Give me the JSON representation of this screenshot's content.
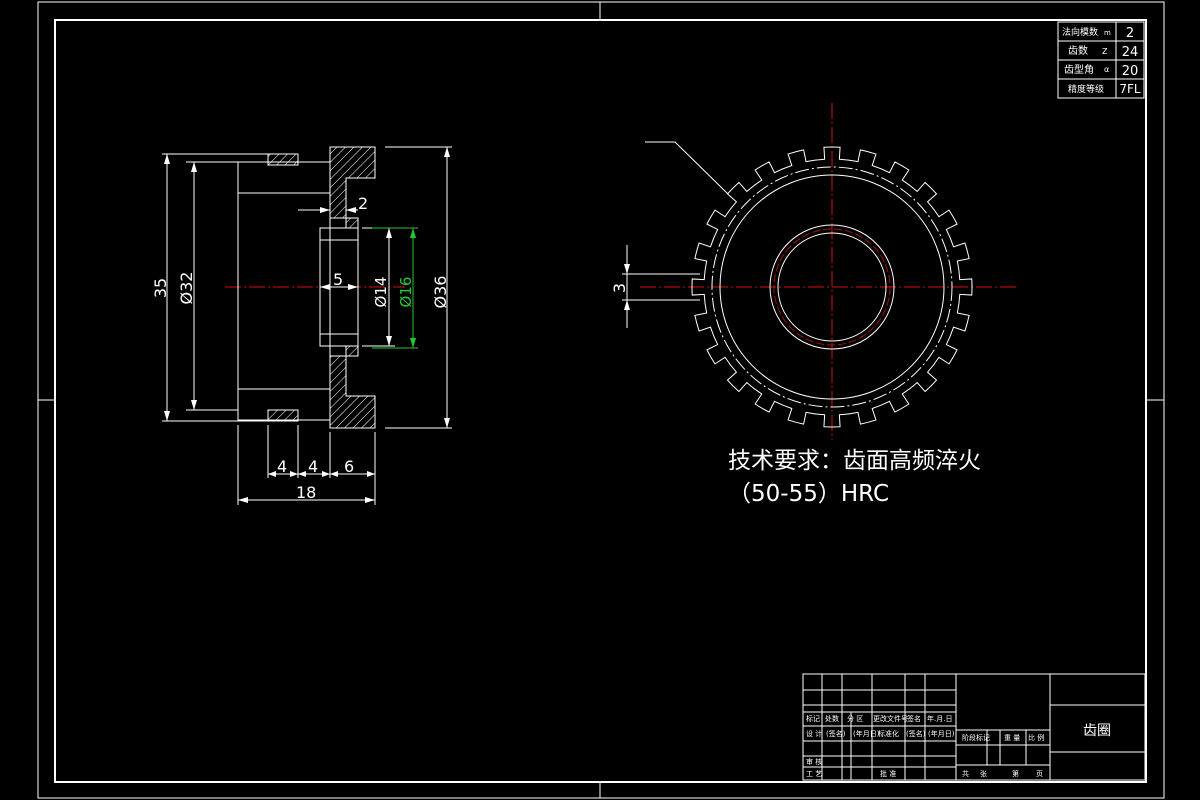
{
  "gear_params": {
    "rows": [
      {
        "label": "法向模数",
        "symbol": "m",
        "value": "2"
      },
      {
        "label": "齿数",
        "symbol": "Z",
        "value": "24"
      },
      {
        "label": "齿型角",
        "symbol": "α",
        "value": "20"
      },
      {
        "label": "精度等级",
        "symbol": "",
        "value": "7FL"
      }
    ]
  },
  "dimensions": {
    "d35": "35",
    "d32": "Ø32",
    "d14": "Ø14",
    "d16": "Ø16",
    "d36": "Ø36",
    "w2": "2",
    "w5": "5",
    "w4a": "4",
    "w4b": "4",
    "w6": "6",
    "w18": "18",
    "w3": "3"
  },
  "tech_requirements": {
    "line1": "技术要求：齿面高频淬火",
    "line2": "（50-55）HRC"
  },
  "title_block": {
    "part_name": "齿圈",
    "labels": {
      "mark": "标记",
      "count": "处数",
      "zone": "分 区",
      "change_doc": "更改文件号",
      "sign": "签名",
      "date": "年.月.日",
      "design": "设 计",
      "sign2": "(签名)",
      "date2": "(年月日)",
      "std": "标准化",
      "sign3": "(签名)",
      "date3": "(年月日)",
      "review": "审 核",
      "process": "工 艺",
      "approve": "批 准",
      "stage": "阶段标记",
      "weight": "重 量",
      "scale": "比 例",
      "total": "共",
      "sheet_unit": "张",
      "page": "第",
      "page_unit": "页"
    }
  },
  "colors": {
    "background": "#000000",
    "lines": "#ffffff",
    "centerline": "#d01010",
    "highlight_dim": "#22c832"
  }
}
